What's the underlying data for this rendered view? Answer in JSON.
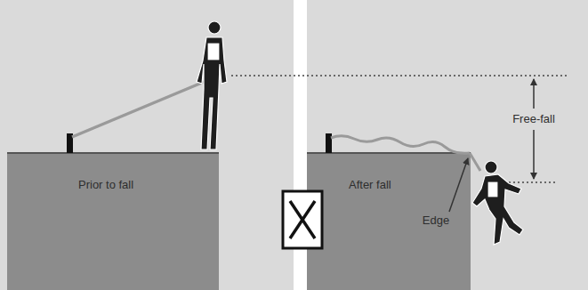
{
  "diagram": {
    "labels": [
      "Prior to fall",
      "After fall",
      "Edge",
      "Free-fall"
    ]
  }
}
